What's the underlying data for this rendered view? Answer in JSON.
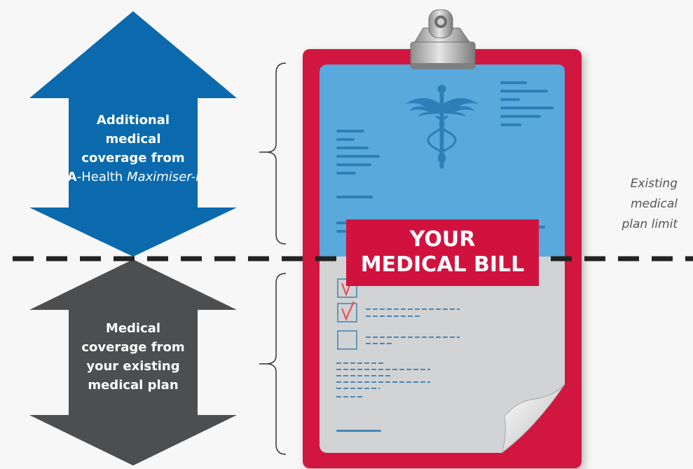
{
  "top_arrow": {
    "line1": "Additional",
    "line2": "medical",
    "line3": "coverage from",
    "line4_bold": "A",
    "line4_normal": "-Health ",
    "line4_italic": "Maximiser-i",
    "color": "#0a6aad"
  },
  "bottom_arrow": {
    "line1": "Medical",
    "line2": "coverage from",
    "line3": "your existing",
    "line4": "medical plan",
    "color": "#4d4e50"
  },
  "limit_label": {
    "line1": "Existing",
    "line2": "medical",
    "line3": "plan limit"
  },
  "bill_label": {
    "line1": "YOUR",
    "line2": "MEDICAL BILL"
  },
  "colors": {
    "clipboard": "#d1123f",
    "paper_top": "#5aa9dc",
    "paper_bottom": "#d2d3d5",
    "divider": "#222222",
    "checkmark": "#e8505b"
  }
}
